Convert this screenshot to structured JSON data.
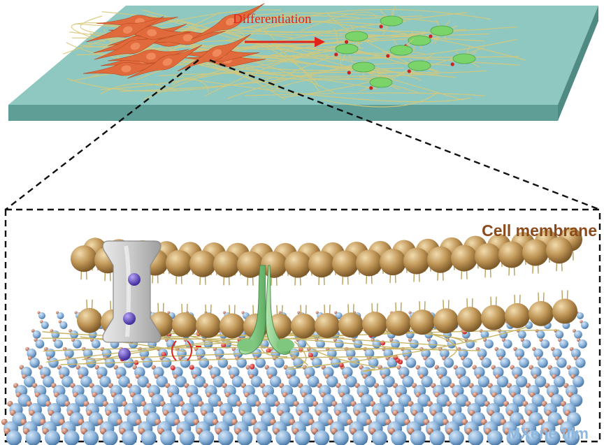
{
  "labels": {
    "differentiation": "Differentiation",
    "cell_membrane": "Cell membrane",
    "mxene_film": "MXene film"
  },
  "colors": {
    "substrate": "#8fc8c0",
    "stem_cell": "#e06a3c",
    "neuron": "#7bd46a",
    "arrow": "#e2231a",
    "lipid_head": "#b58a4e",
    "lattice_ti": "#8fb6dc",
    "lattice_c": "#c98770",
    "ion": "#6b4fc8",
    "receptor": "#8ccf8a"
  },
  "icons": [
    "stem-cell-icon",
    "neuron-icon",
    "ion-channel-icon",
    "receptor-icon"
  ]
}
